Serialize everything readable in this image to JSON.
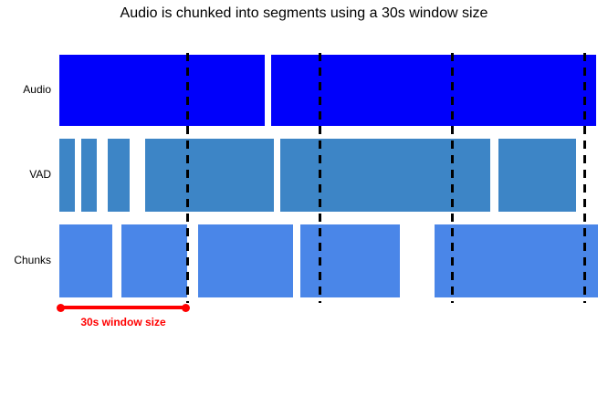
{
  "chart_data": {
    "type": "segment-timeline",
    "title": "Audio is chunked into segments using a 30s window size",
    "x_axis": {
      "unit": "seconds",
      "range": [
        0,
        125
      ],
      "gridlines": false,
      "ticks_visible": false
    },
    "window_size_s": 30,
    "window_boundaries_s": [
      30,
      60,
      90,
      120
    ],
    "boundary_style": {
      "color": "#000000",
      "dashed": true
    },
    "legend_position": "none",
    "rows": [
      {
        "label": "Audio",
        "color": "#0000fb",
        "segments_s": [
          [
            1,
            47.5
          ],
          [
            49,
            122.5
          ]
        ]
      },
      {
        "label": "VAD",
        "color": "#3d85c6",
        "segments_s": [
          [
            1,
            4.5
          ],
          [
            6,
            9.5
          ],
          [
            12,
            17
          ],
          [
            20.5,
            49.5
          ],
          [
            51,
            98.5
          ],
          [
            100.5,
            118
          ]
        ]
      },
      {
        "label": "Chunks",
        "color": "#4a86e8",
        "segments_s": [
          [
            1,
            13
          ],
          [
            15,
            30
          ],
          [
            32.5,
            54
          ],
          [
            55.5,
            78
          ],
          [
            86,
            123
          ]
        ]
      }
    ],
    "annotation": {
      "label": "30s window size",
      "from_s": 1,
      "to_s": 30,
      "color": "#ff0000"
    },
    "colors": {
      "background": "#ffffff",
      "text": "#000000",
      "row1": "#0000fb",
      "row2": "#3d85c6",
      "row3": "#4a86e8",
      "annotation": "#ff0000"
    }
  }
}
